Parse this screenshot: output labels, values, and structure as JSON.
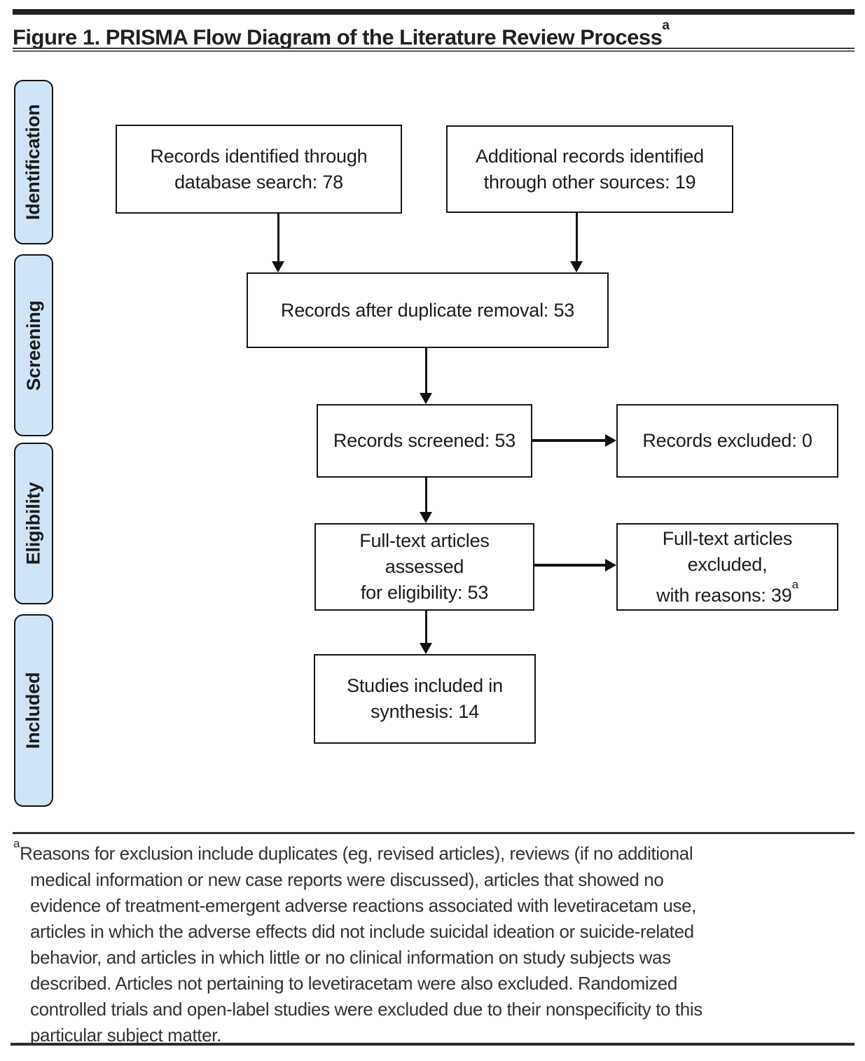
{
  "header": {
    "title": "Figure 1. PRISMA Flow Diagram of the Literature Review Process",
    "title_superscript": "a"
  },
  "sidebar": {
    "stages": [
      {
        "label": "Identification"
      },
      {
        "label": "Screening"
      },
      {
        "label": "Eligibility"
      },
      {
        "label": "Included"
      }
    ]
  },
  "flow": {
    "records_identified": {
      "lines": [
        "Records identified through",
        "database search: 78"
      ]
    },
    "additional_records": {
      "lines": [
        "Additional records identified",
        "through other sources: 19"
      ]
    },
    "after_duplicates": {
      "lines": [
        "Records after duplicate removal: 53"
      ]
    },
    "records_screened": {
      "lines": [
        "Records screened: 53"
      ]
    },
    "records_excluded": {
      "lines": [
        "Records excluded: 0"
      ]
    },
    "fulltext_assessed": {
      "lines": [
        "Full-text articles",
        "assessed",
        "for eligibility: 53"
      ]
    },
    "fulltext_excluded": {
      "lines": [
        "Full-text articles",
        "excluded,",
        "with reasons: 39"
      ],
      "superscript": "a"
    },
    "studies_included": {
      "lines": [
        "Studies included in",
        "synthesis: 14"
      ]
    }
  },
  "footnote": {
    "superscript": "a",
    "lines": [
      "Reasons for exclusion include duplicates (eg, revised articles), reviews (if no additional",
      "medical information or new case reports were discussed), articles that showed no",
      "evidence of treatment-emergent adverse reactions associated with levetiracetam use,",
      "articles in which the adverse effects did not include suicidal ideation or suicide-related",
      "behavior, and articles in which little or no clinical information on study subjects was",
      "described. Articles not pertaining to levetiracetam were also excluded. Randomized",
      "controlled trials and open-label studies were excluded due to their nonspecificity to this",
      "particular subject matter."
    ]
  },
  "colors": {
    "stage_fill": "#cfe4f6",
    "box_border": "#161616",
    "rule": "#231f20"
  }
}
